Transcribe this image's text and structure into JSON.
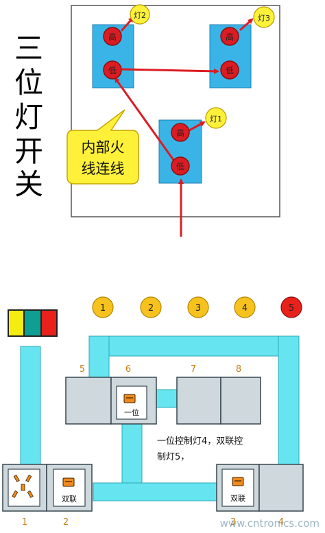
{
  "top_diagram": {
    "side_title": [
      "三",
      "位",
      "灯",
      "开",
      "关"
    ],
    "lamps": [
      {
        "label": "灯2"
      },
      {
        "label": "灯3"
      },
      {
        "label": "灯1"
      }
    ],
    "switch_high_label": "高",
    "switch_low_label": "低",
    "callout_lines": [
      "内部火",
      "线连线"
    ]
  },
  "bottom_diagram": {
    "lamp_numbers": [
      "1",
      "2",
      "3",
      "4",
      "5"
    ],
    "lamp_colors": [
      "#f7c21e",
      "#f7c21e",
      "#f7c21e",
      "#f7c21e",
      "#e8221b"
    ],
    "wire_color_swatches": [
      "#f5ec12",
      "#0f9e94",
      "#e8221b"
    ],
    "box_labels_top": [
      "5",
      "6",
      "7",
      "8"
    ],
    "box_labels_bottom": [
      "1",
      "2",
      "3",
      "4"
    ],
    "switch_single_label": "一位",
    "switch_double_label": "双联",
    "caption_lines": [
      "一位控制灯4，双联控",
      "制灯5，"
    ],
    "watermark": "www.cntronics.com"
  },
  "colors": {
    "conduit": "#66e5f0",
    "box_fill": "#cfd8dc",
    "switch_block": "#3ab4e6",
    "red_wire": "#dc1c22",
    "callout_fill": "#fff13a"
  }
}
